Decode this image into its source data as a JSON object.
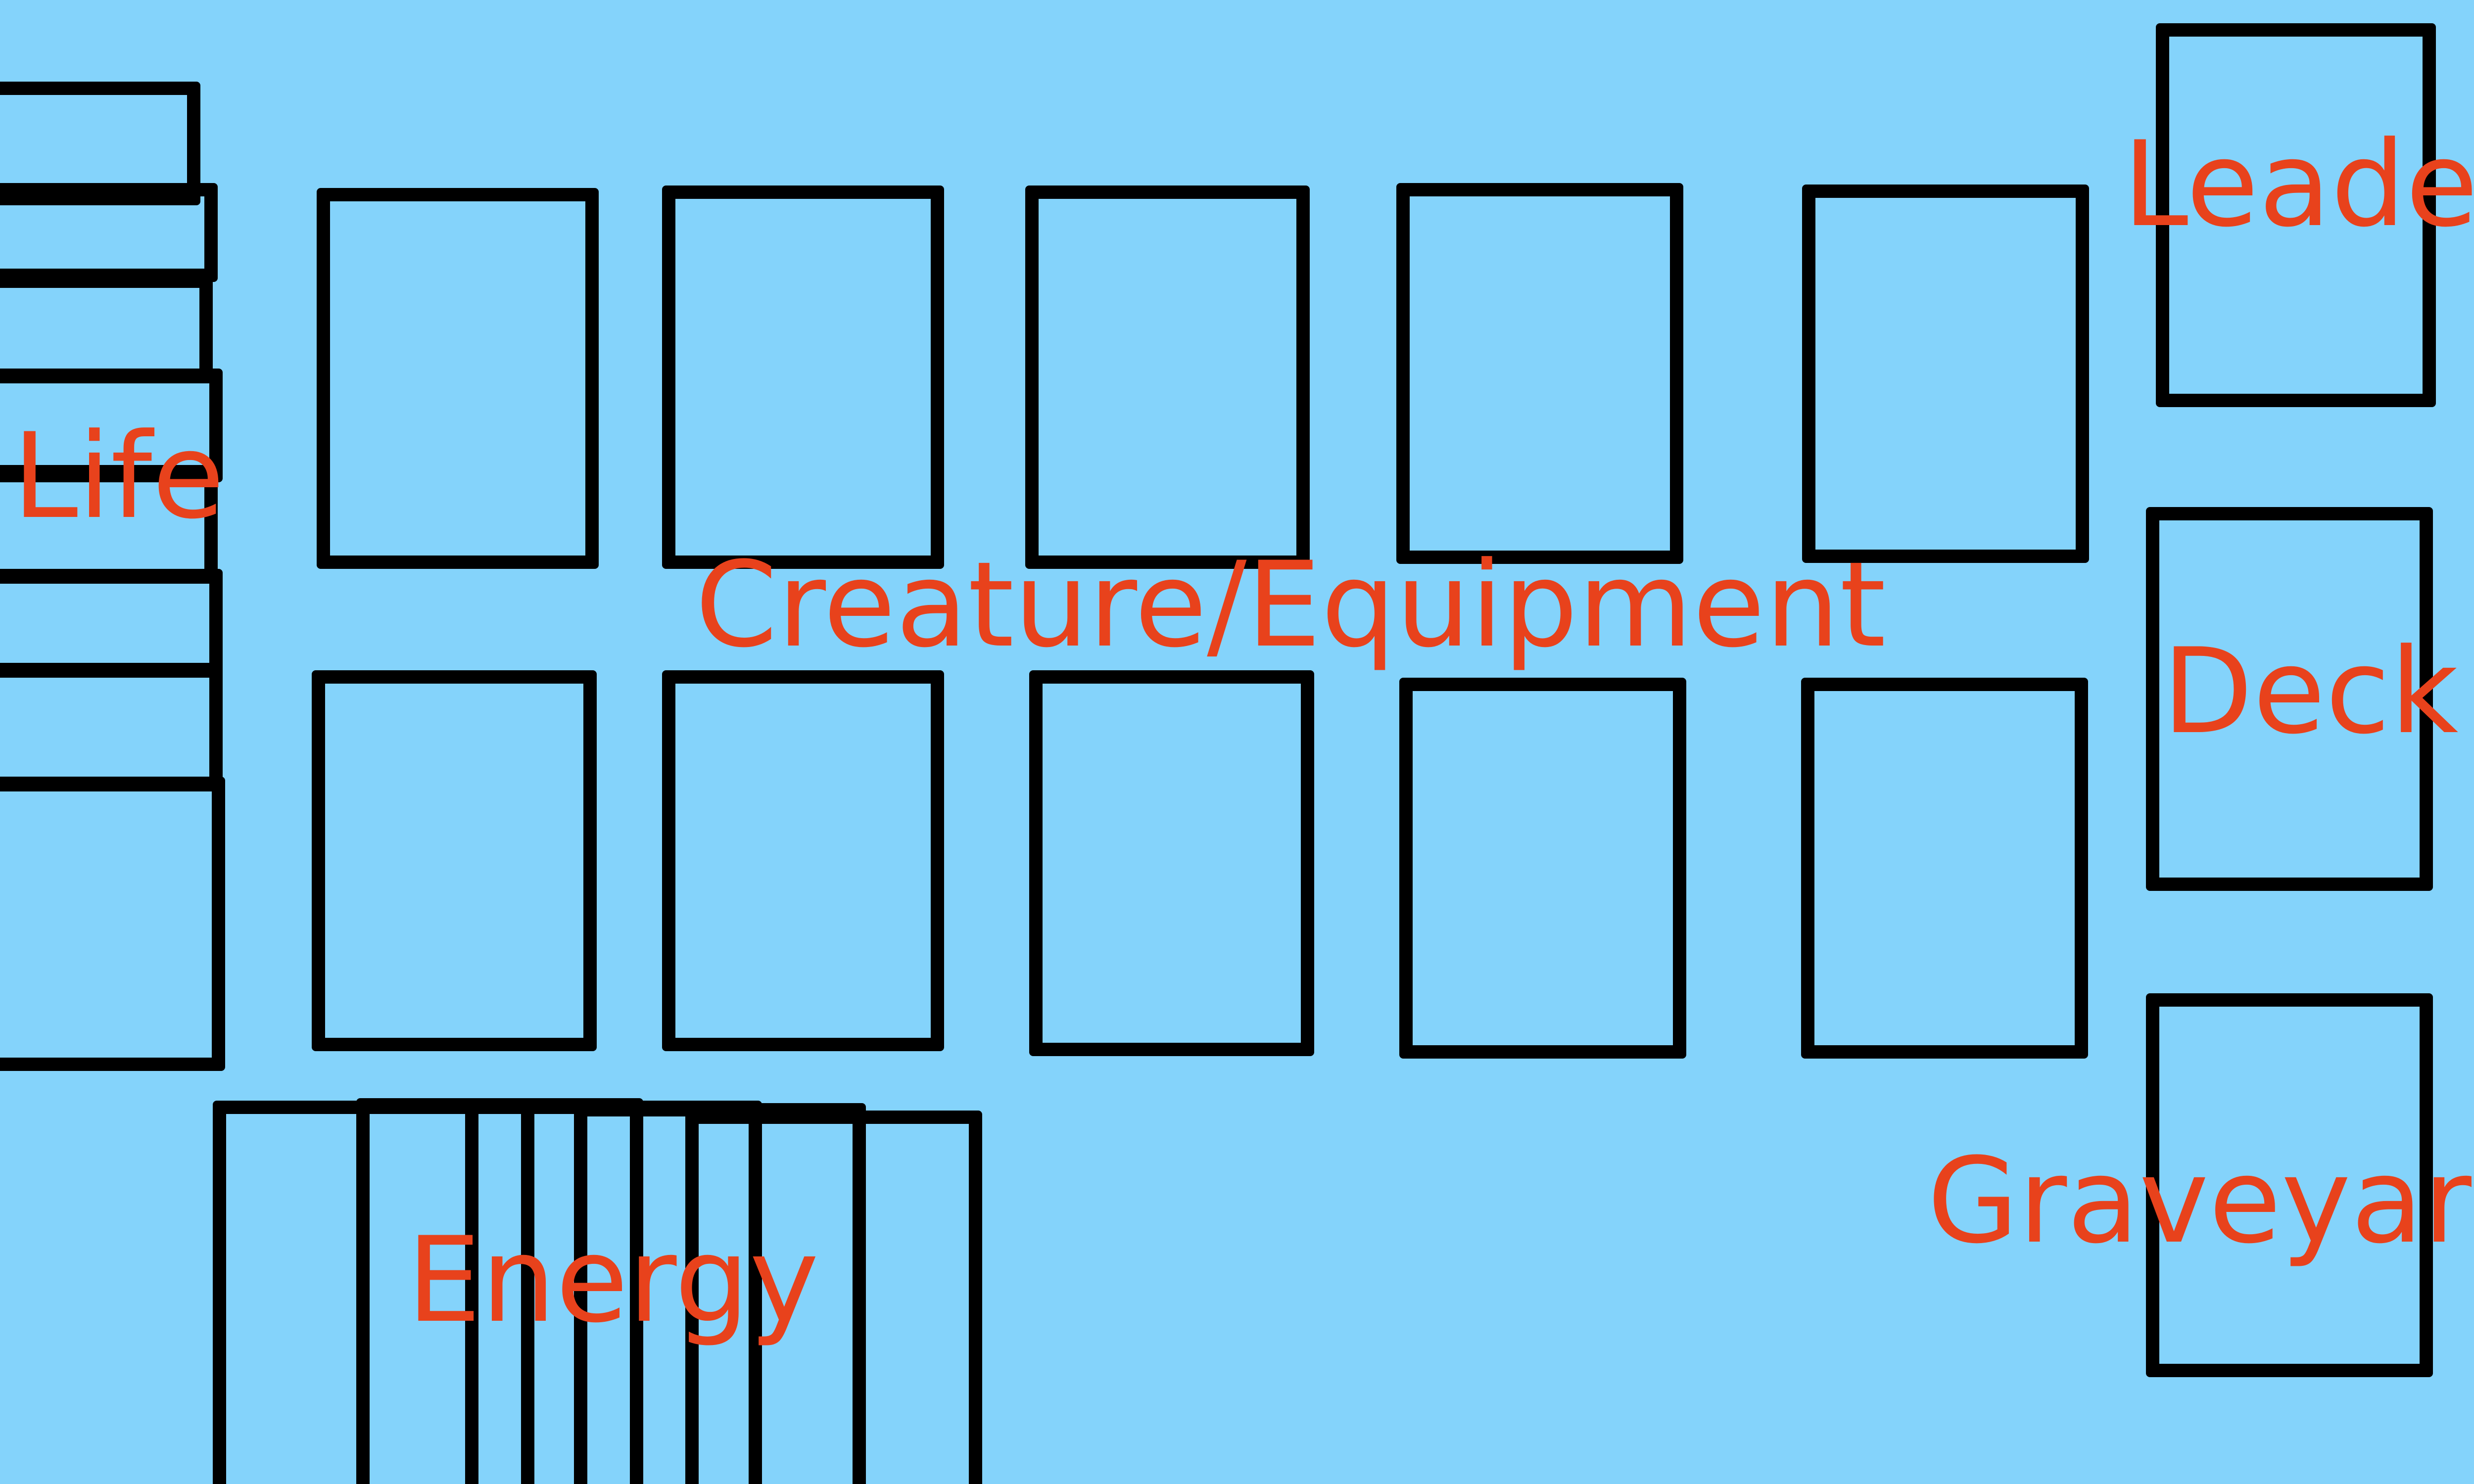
{
  "colors": {
    "background": "#84d3fb",
    "slot_border": "#000000",
    "label_text": "#e8421c"
  },
  "zones": {
    "leader": {
      "label": "Leader"
    },
    "deck": {
      "label": "Deck"
    },
    "graveyard": {
      "label": "Graveyard"
    },
    "creature_equipment": {
      "label": "Creature/Equipment",
      "slot_count": 10
    },
    "life": {
      "label": "Life",
      "card_count": 8
    },
    "energy": {
      "label": "Energy",
      "card_count": 5
    }
  }
}
